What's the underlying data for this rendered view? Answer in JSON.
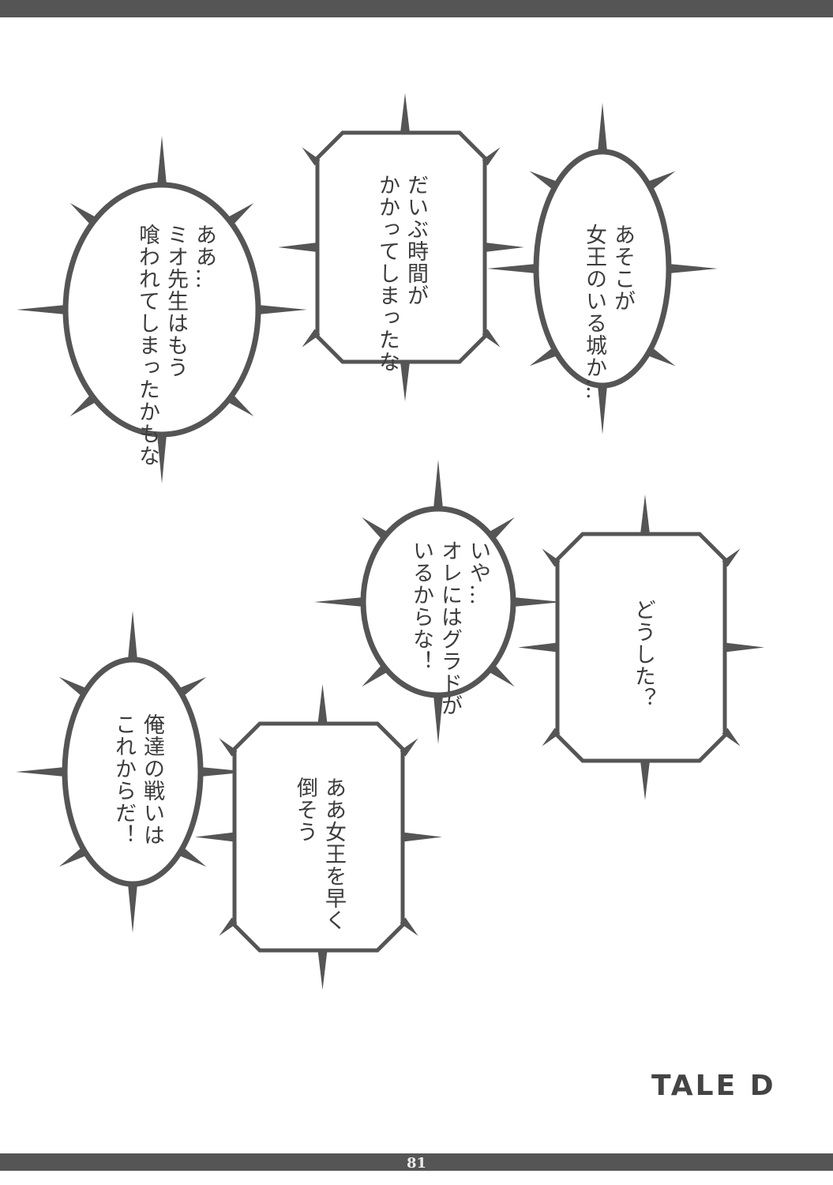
{
  "page": {
    "chapter_title": "TALE D",
    "page_number": "81"
  },
  "colors": {
    "ink": "#555555",
    "text": "#3c3c3c",
    "paper": "#ffffff"
  },
  "bubbles": [
    {
      "shape": "spiky-ellipse",
      "lines": [
        "ああ…",
        "ミオ先生はもう",
        "喰われてしまったかもな"
      ]
    },
    {
      "shape": "spiky-box",
      "lines": [
        "だいぶ時間が",
        "かかってしまったな"
      ]
    },
    {
      "shape": "spiky-ellipse",
      "lines": [
        "あそこが",
        "女王のいる城か…"
      ]
    },
    {
      "shape": "spiky-ellipse",
      "lines": [
        "いや…",
        "オレにはグラドが",
        "いるからな！"
      ]
    },
    {
      "shape": "spiky-box",
      "lines": [
        "どうした？"
      ]
    },
    {
      "shape": "spiky-ellipse",
      "lines": [
        "俺達の戦いは",
        "これからだ！"
      ]
    },
    {
      "shape": "spiky-box",
      "lines": [
        "ああ女王を早く",
        "倒そう"
      ]
    }
  ]
}
